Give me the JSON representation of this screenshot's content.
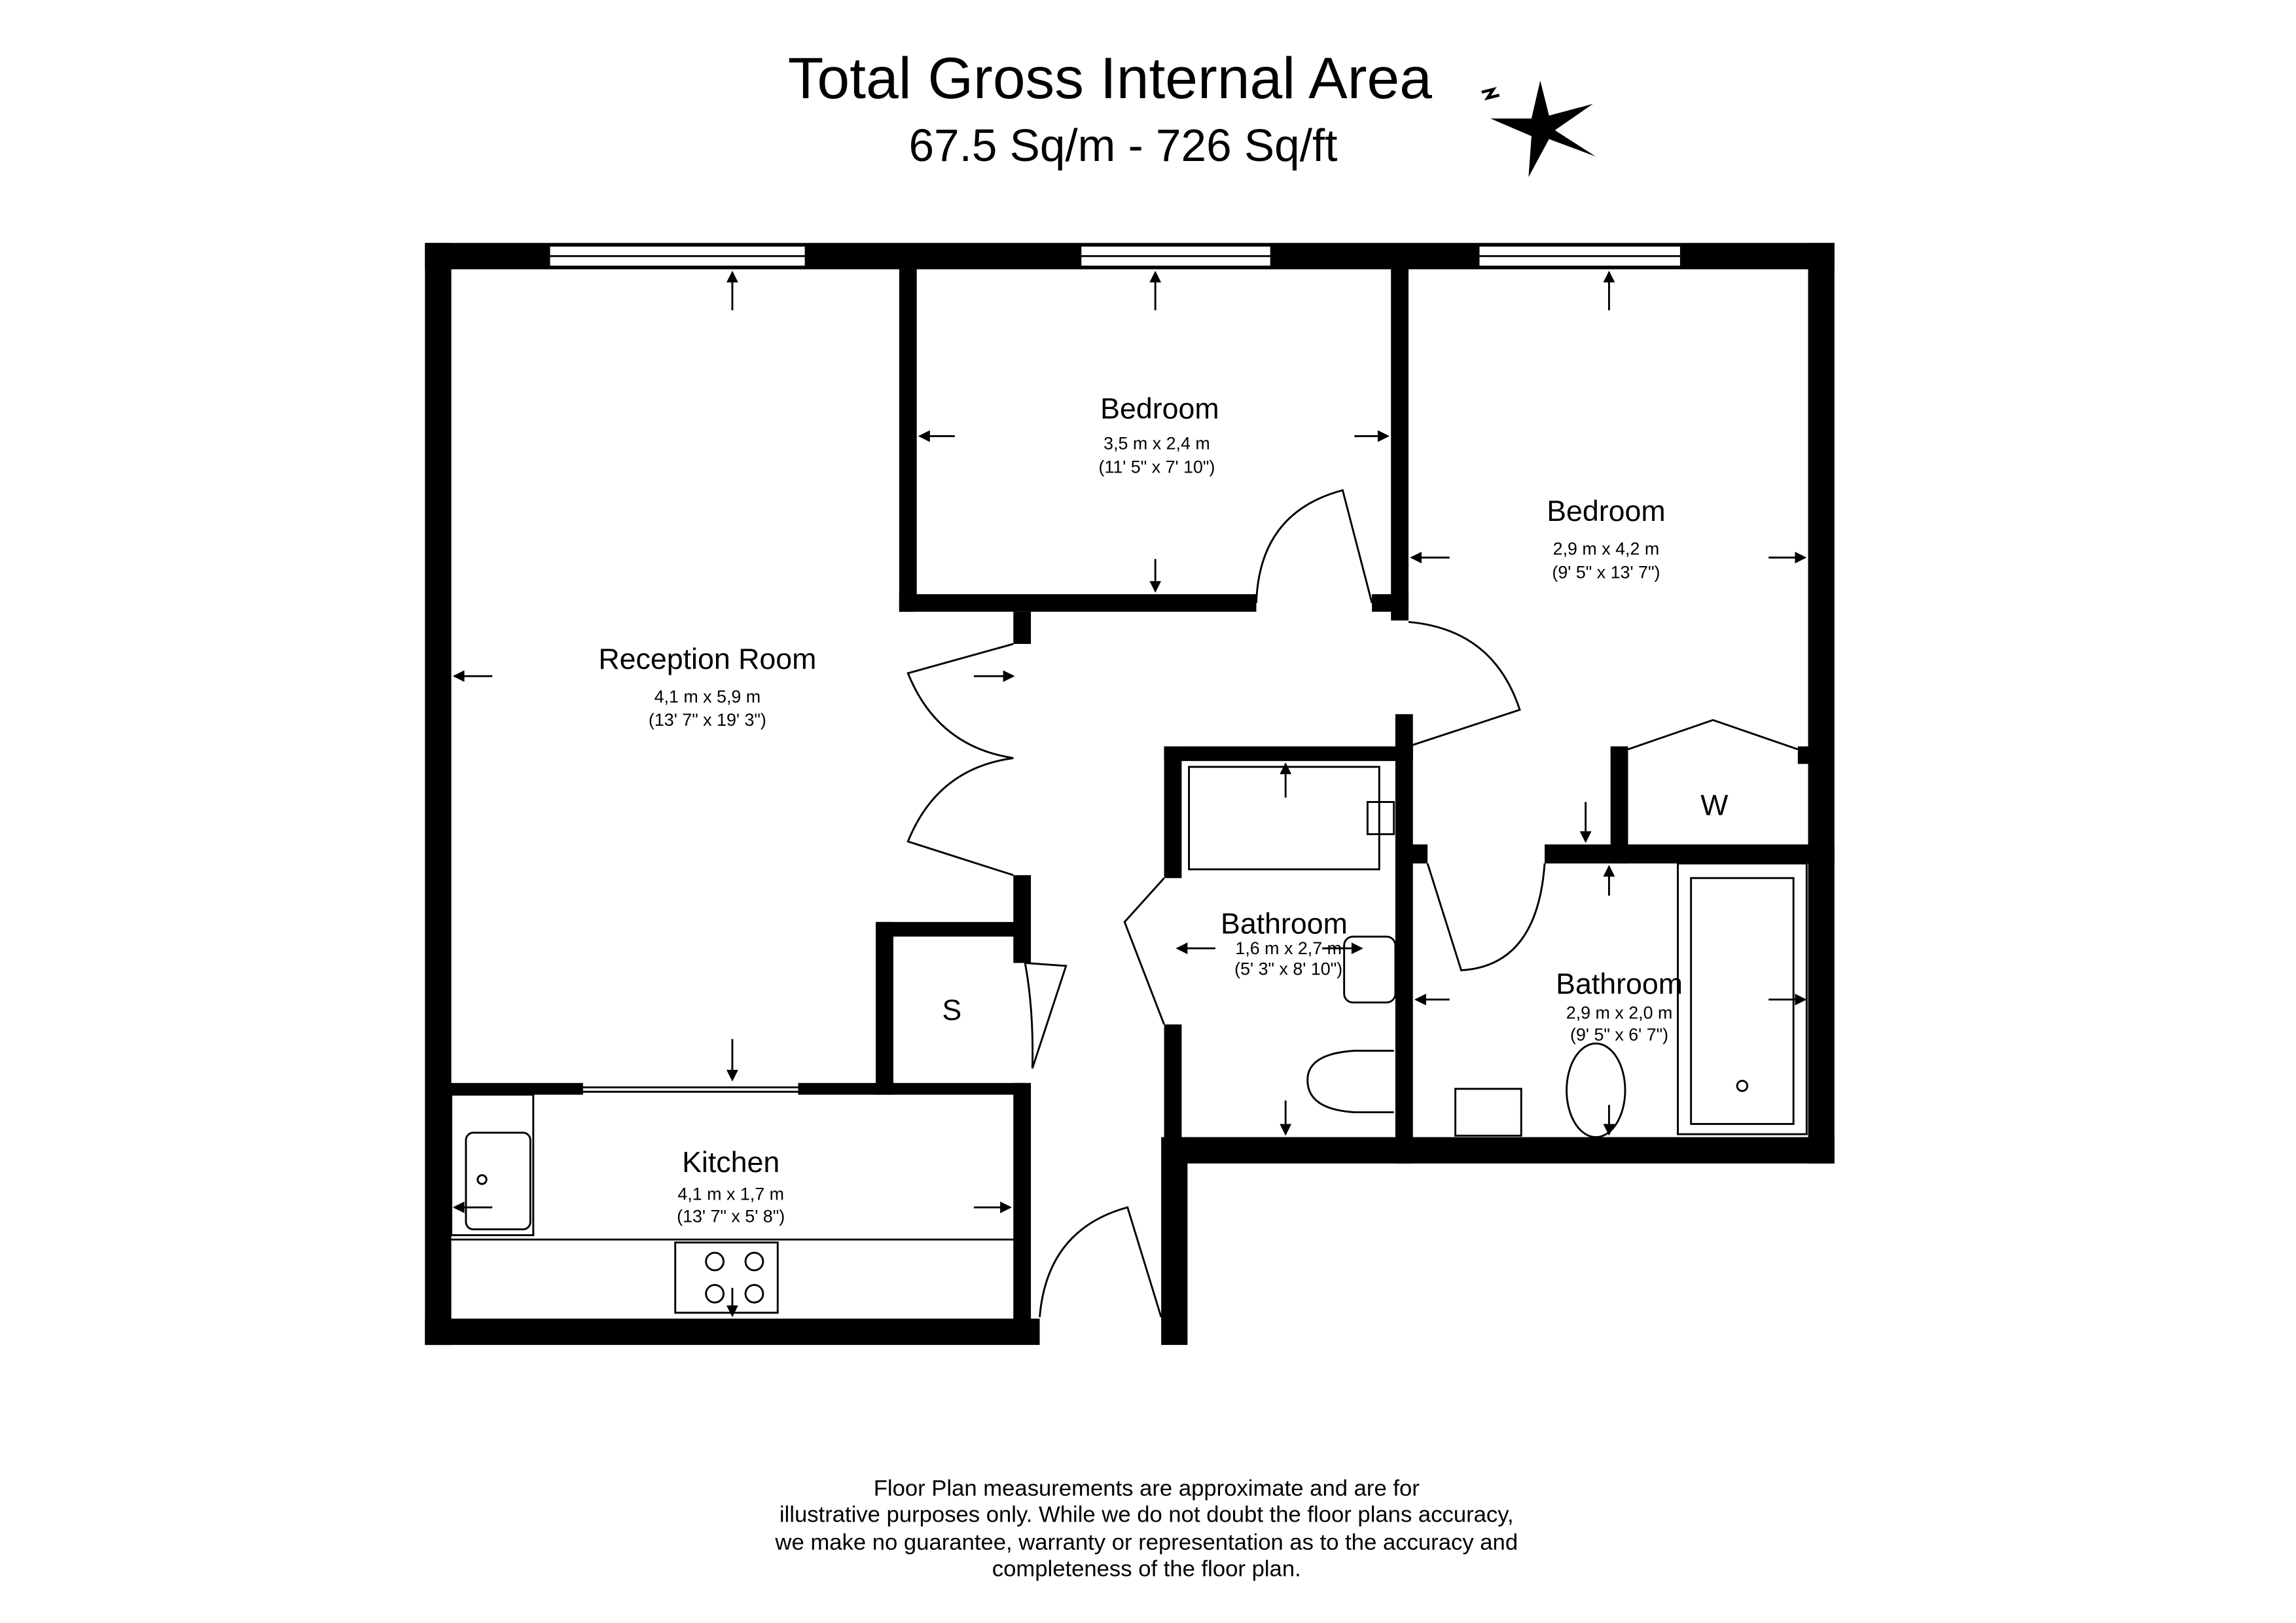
{
  "header": {
    "title": "Total Gross Internal Area",
    "area": "67.5 Sq/m - 726 Sq/ft"
  },
  "rooms": {
    "reception": {
      "name": "Reception Room",
      "metric": "4,1 m x 5,9 m",
      "imperial": "(13' 7\" x 19' 3\")"
    },
    "bedroom1": {
      "name": "Bedroom",
      "metric": "3,5 m x 2,4 m",
      "imperial": "(11' 5\" x 7' 10\")"
    },
    "bedroom2": {
      "name": "Bedroom",
      "metric": "2,9 m x 4,2 m",
      "imperial": "(9' 5\" x 13' 7\")"
    },
    "bathroom1": {
      "name": "Bathroom",
      "metric": "1,6 m x 2,7 m",
      "imperial": "(5' 3\" x 8' 10\")"
    },
    "bathroom2": {
      "name": "Bathroom",
      "metric": "2,9 m x 2,0 m",
      "imperial": "(9' 5\" x 6' 7\")"
    },
    "kitchen": {
      "name": "Kitchen",
      "metric": "4,1 m x 1,7 m",
      "imperial": "(13' 7\" x 5' 8\")"
    },
    "store": {
      "name": "S"
    },
    "wardrobe": {
      "name": "W"
    }
  },
  "disclaimer": [
    "Floor Plan measurements are approximate and are for",
    "illustrative purposes only.  While we do not doubt the floor plans accuracy,",
    "we make no guarantee, warranty or representation as to the accuracy and",
    "completeness of the floor plan."
  ],
  "icons": {
    "compass": "compass-star-icon"
  }
}
